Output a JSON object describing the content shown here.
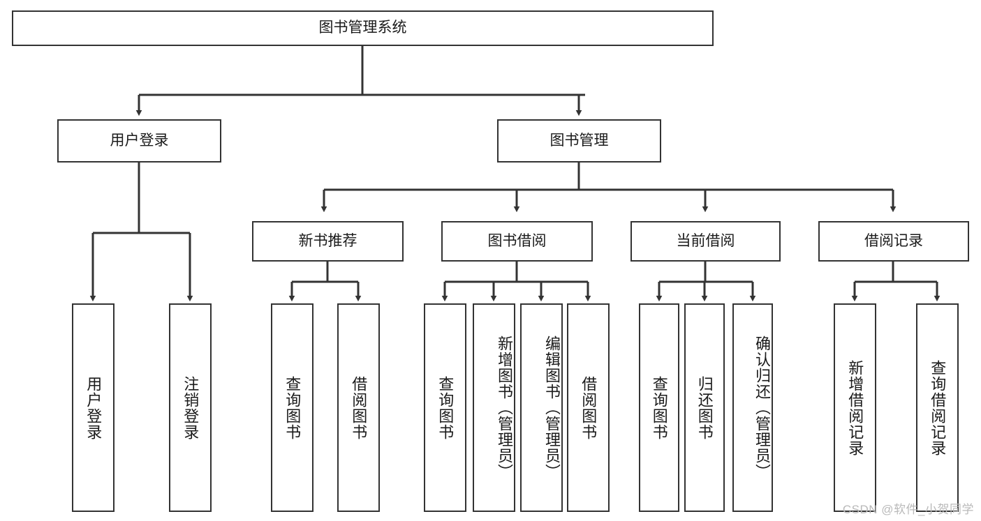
{
  "diagram": {
    "title": "图书管理系统",
    "type": "tree-hierarchy-diagram",
    "root": {
      "id": "root",
      "label": "图书管理系统"
    },
    "level2": [
      {
        "id": "user-login",
        "label": "用户登录"
      },
      {
        "id": "book-manage",
        "label": "图书管理"
      }
    ],
    "level3": [
      {
        "id": "new-book-rec",
        "label": "新书推荐"
      },
      {
        "id": "book-borrow",
        "label": "图书借阅"
      },
      {
        "id": "current-borrow",
        "label": "当前借阅"
      },
      {
        "id": "borrow-record",
        "label": "借阅记录"
      }
    ],
    "leaves": {
      "user_login": [
        {
          "id": "leaf-user-login",
          "label": "用户登录"
        },
        {
          "id": "leaf-logout",
          "label": "注销登录"
        }
      ],
      "new_book_rec": [
        {
          "id": "leaf-query-book-1",
          "label": "查询图书"
        },
        {
          "id": "leaf-borrow-book-1",
          "label": "借阅图书"
        }
      ],
      "book_borrow": [
        {
          "id": "leaf-query-book-2",
          "label": "查询图书"
        },
        {
          "id": "leaf-add-book",
          "label": "新增图书（管理员）"
        },
        {
          "id": "leaf-edit-book",
          "label": "编辑图书（管理员）"
        },
        {
          "id": "leaf-borrow-book-2",
          "label": "借阅图书"
        }
      ],
      "current_borrow": [
        {
          "id": "leaf-query-book-3",
          "label": "查询图书"
        },
        {
          "id": "leaf-return-book",
          "label": "归还图书"
        },
        {
          "id": "leaf-confirm-return",
          "label": "确认归还（管理员）"
        }
      ],
      "borrow_record": [
        {
          "id": "leaf-add-record",
          "label": "新增借阅记录"
        },
        {
          "id": "leaf-query-record",
          "label": "查询借阅记录"
        }
      ]
    }
  },
  "watermark": {
    "text": "CSDN @软件_小贺同学"
  },
  "colors": {
    "stroke": "#333333",
    "background": "#ffffff",
    "text": "#1a1a1a",
    "watermark": "#b9b9b9"
  }
}
